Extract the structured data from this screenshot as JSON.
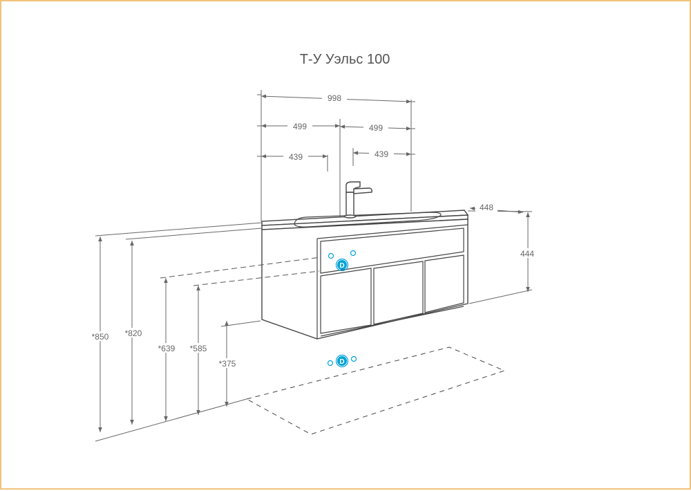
{
  "title": "Т-У Уэльс 100",
  "dimensions": {
    "overall_width": "998",
    "half_left": "499",
    "half_right": "499",
    "inner_left": "439",
    "inner_right": "439",
    "depth": "448",
    "height": "444",
    "h850": "*850",
    "h820": "*820",
    "h639": "*639",
    "h585": "*585",
    "h375": "*375"
  },
  "connection_marker": "D",
  "colors": {
    "frame": "#f2c27a",
    "line": "#666666",
    "marker": "#00a3d9"
  }
}
